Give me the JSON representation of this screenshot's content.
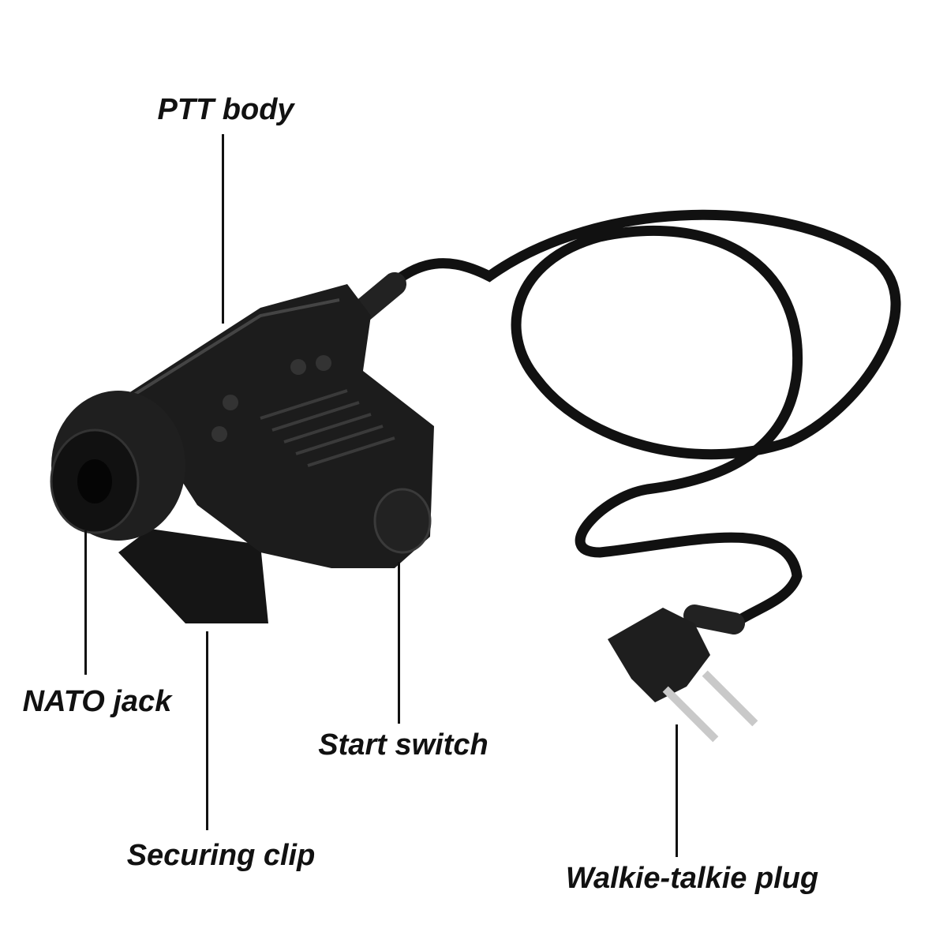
{
  "labels": {
    "ptt_body": "PTT body",
    "nato_jack": "NATO jack",
    "securing_clip": "Securing clip",
    "start_switch": "Start switch",
    "walkie_talkie_plug": "Walkie-talkie plug"
  },
  "colors": {
    "device": "#1a1a1a",
    "text": "#111111"
  }
}
